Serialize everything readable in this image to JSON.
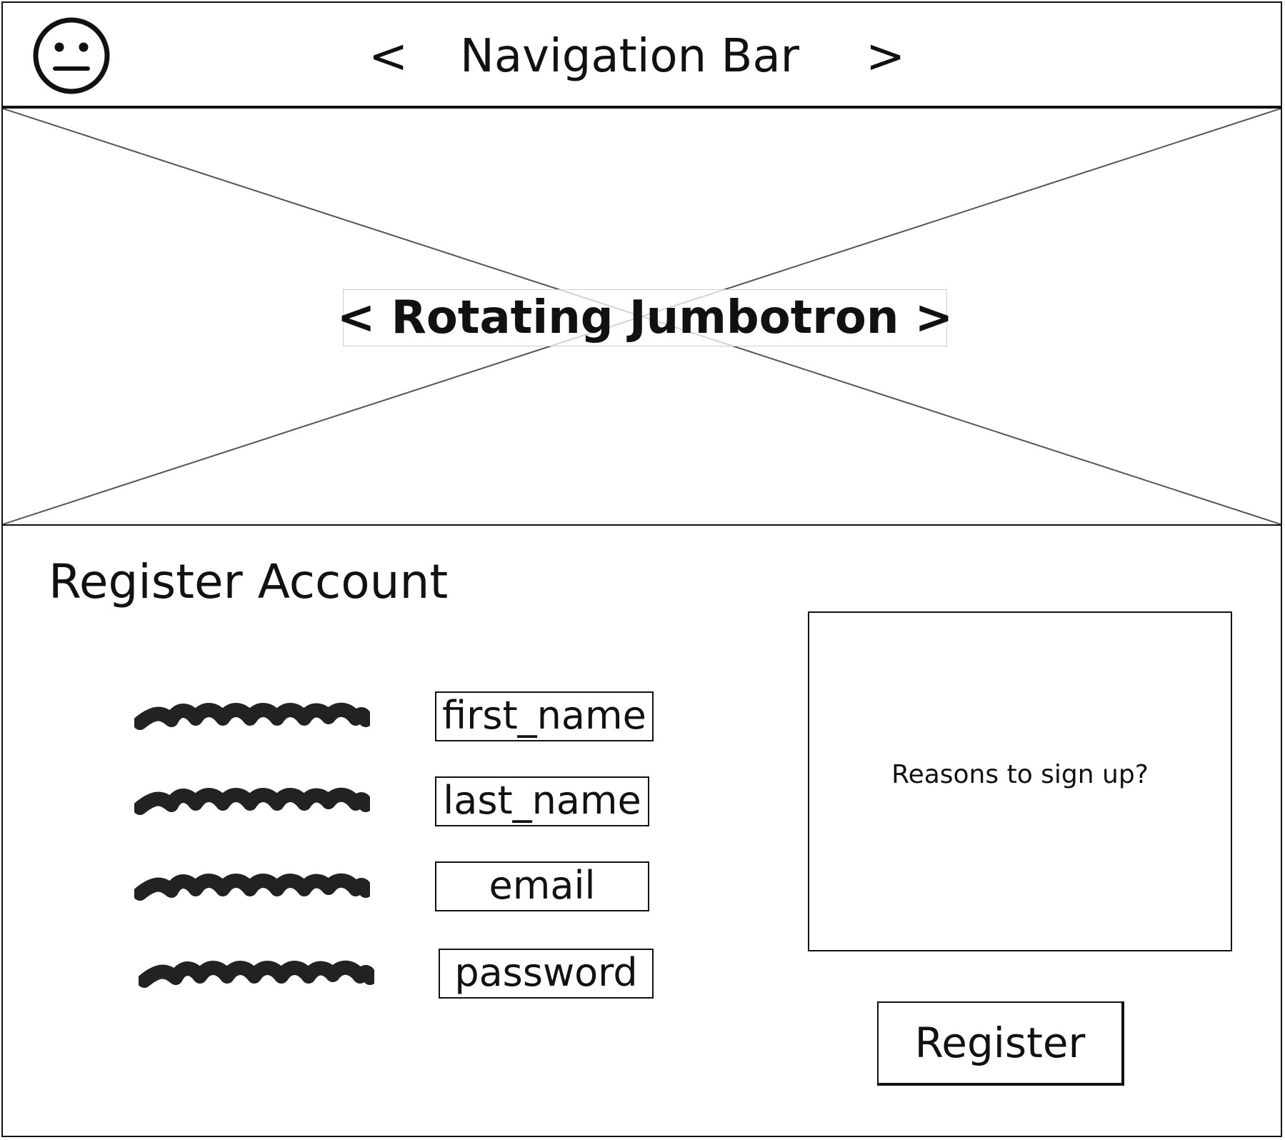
{
  "navbar": {
    "prev_label": "<",
    "title": "Navigation Bar",
    "next_label": ">"
  },
  "jumbotron": {
    "caption": "< Rotating Jumbotron >"
  },
  "form": {
    "title": "Register Account",
    "fields": [
      {
        "placeholder": "first_name"
      },
      {
        "placeholder": "last_name"
      },
      {
        "placeholder": "email"
      },
      {
        "placeholder": "password"
      }
    ],
    "info_text": "Reasons to sign up?",
    "submit_label": "Register"
  },
  "icons": {
    "avatar": "neutral-face-icon"
  }
}
